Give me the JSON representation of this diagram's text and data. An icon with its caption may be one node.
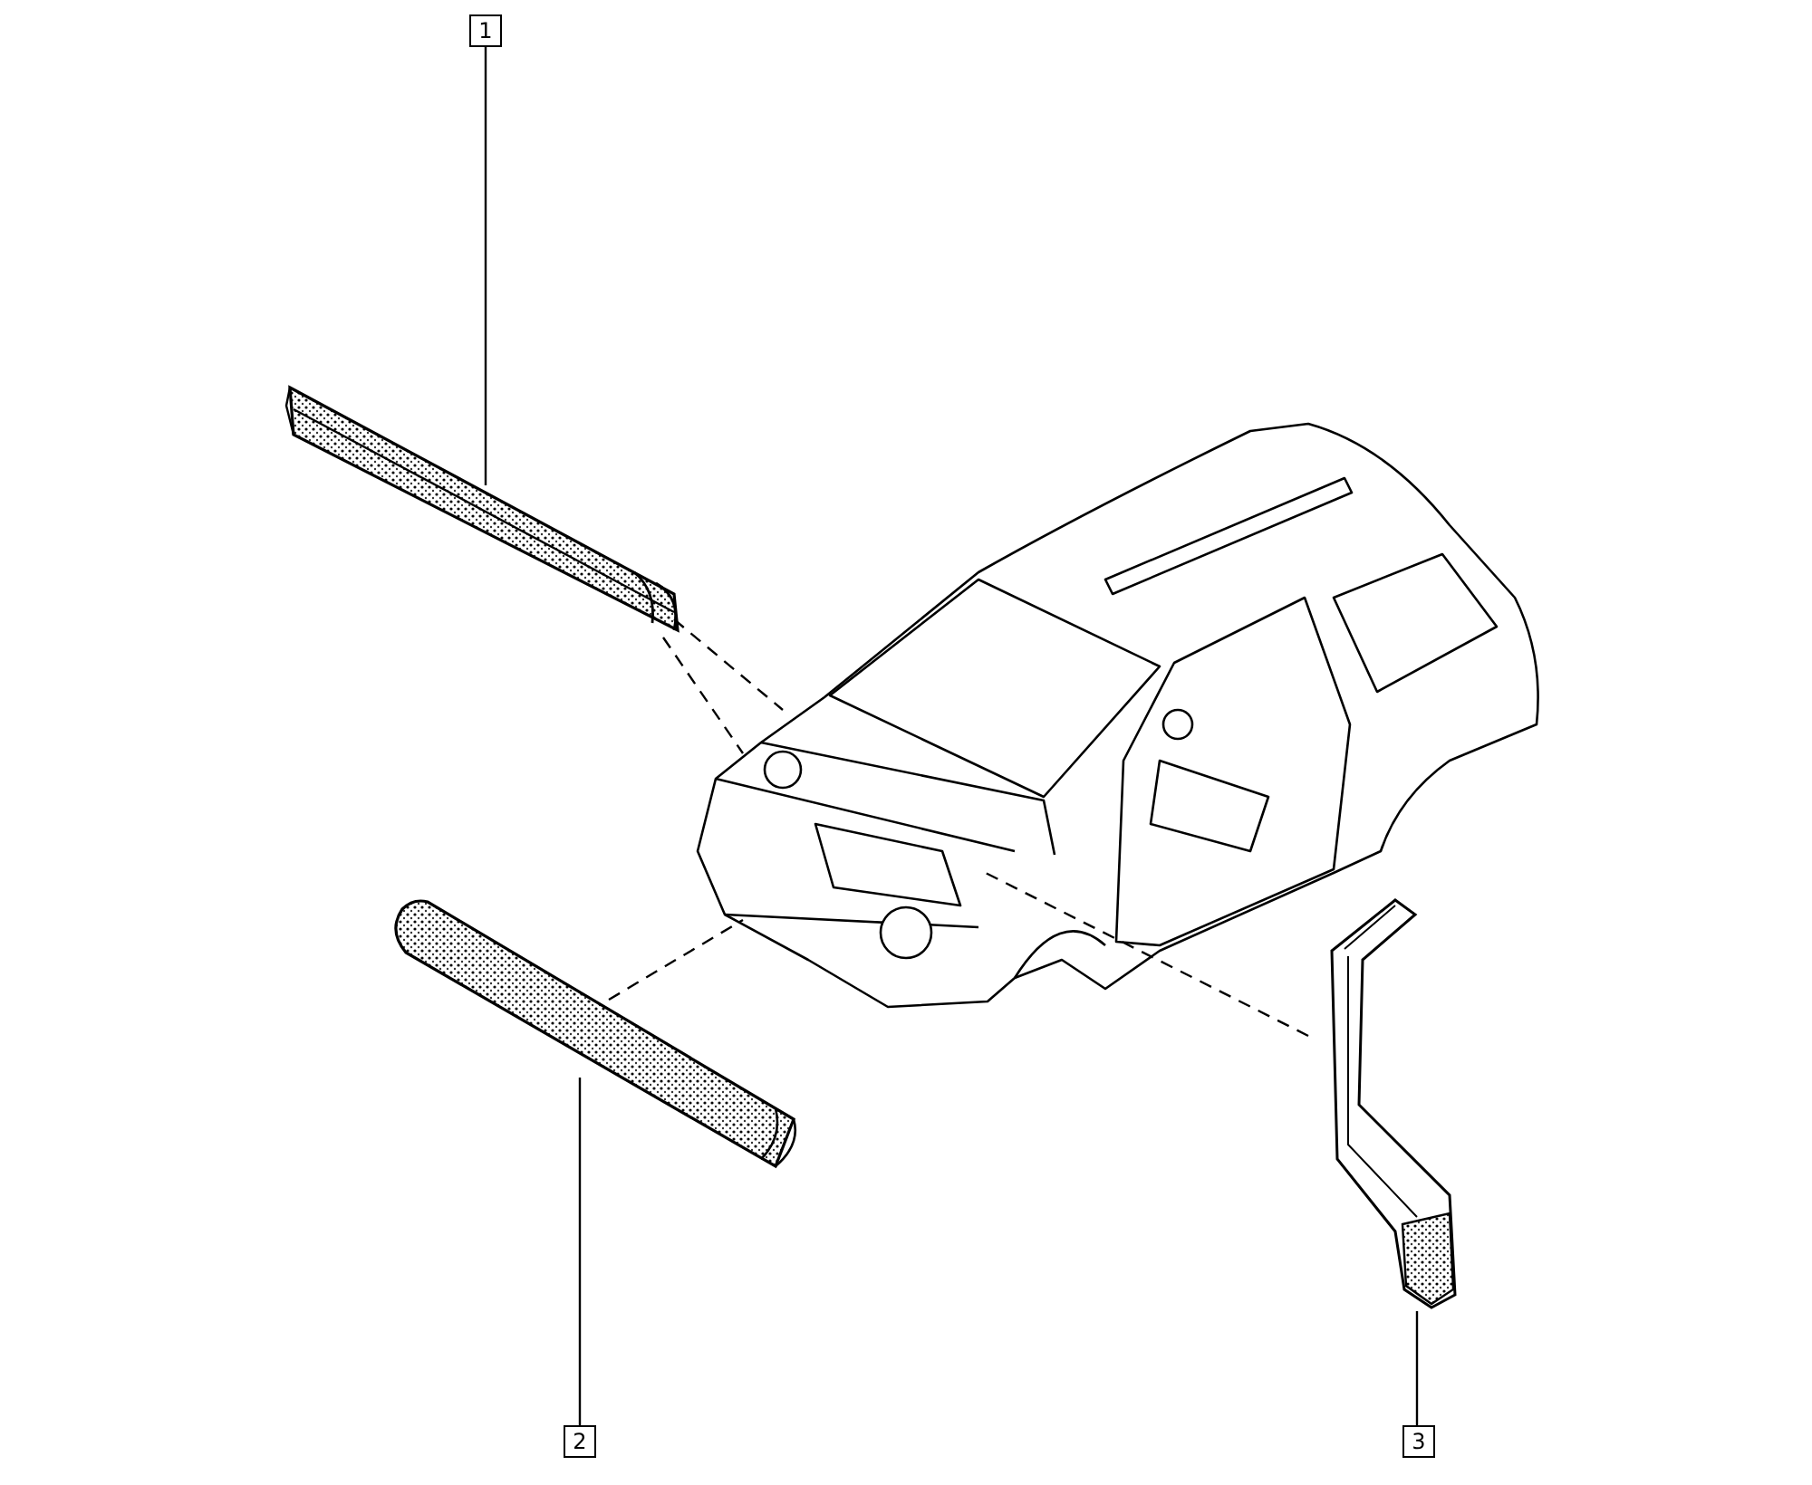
{
  "diagram": {
    "nodes": [
      {
        "text": [
          "1"
        ]
      },
      {
        "text": [],
        "shape": "picture"
      },
      {
        "text": [],
        "shape": "picture"
      },
      {
        "text": [],
        "shape": "picture"
      },
      {
        "text": [],
        "shape": "picture"
      },
      {
        "text": [
          "2"
        ]
      },
      {
        "text": [
          "3"
        ]
      }
    ],
    "edges": [
      {
        "from": 0,
        "to": 1,
        "arrow": "none"
      },
      {
        "from": 1,
        "to": 2,
        "arrow": "none",
        "style": "dashed"
      },
      {
        "from": 1,
        "to": 2,
        "arrow": "none",
        "style": "dashed"
      },
      {
        "from": 3,
        "to": 2,
        "arrow": "none",
        "style": "dashed"
      },
      {
        "from": 4,
        "to": 2,
        "arrow": "none",
        "style": "dashed"
      },
      {
        "from": 5,
        "to": 3,
        "arrow": "none"
      },
      {
        "from": 6,
        "to": 4,
        "arrow": "none"
      }
    ]
  }
}
